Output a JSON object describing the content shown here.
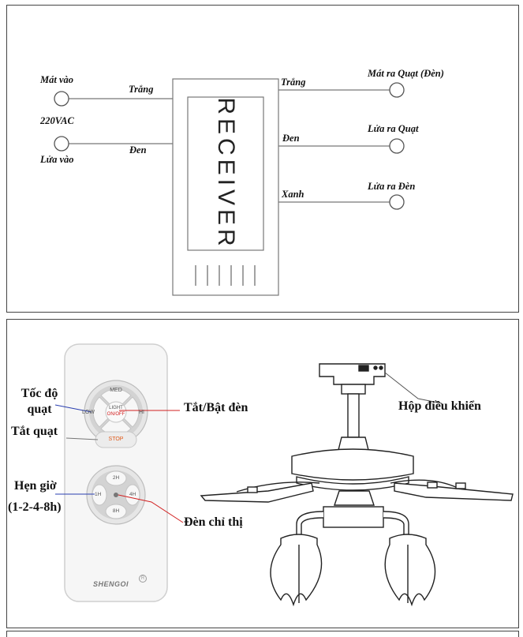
{
  "wiring": {
    "neutral_in": "Mát vào",
    "voltage": "220VAC",
    "live_in": "Lửa vào",
    "wire_white_in": "Trắng",
    "wire_black_in": "Đen",
    "receiver": "RECEIVER",
    "wire_white_out": "Trắng",
    "wire_black_out": "Đen",
    "wire_blue_out": "Xanh",
    "neutral_out": "Mát ra Quạt (Đèn)",
    "live_fan": "Lửa ra Quạt",
    "live_light": "Lửa ra Đèn"
  },
  "remote": {
    "med": "MED",
    "low": "LOW",
    "hi": "HI",
    "light": "LIGHT",
    "onoff": "ON/OFF",
    "stop": "STOP",
    "t2h": "2H",
    "t1h": "1H",
    "t4h": "4H",
    "t8h": "8H",
    "brand": "SHENGOI",
    "reg": "R"
  },
  "callouts": {
    "speed": "Tốc độ quạt",
    "stop_fan": "Tắt quạt",
    "light_toggle": "Tắt/Bật đèn",
    "timer": "Hẹn giờ",
    "timer_values": "(1-2-4-8h)",
    "indicator": "Đèn chỉ thị",
    "control_box": "Hộp điều khiển"
  },
  "colors": {
    "wire": "#777777",
    "callout_red": "#d22020",
    "callout_blue": "#2a3fb0",
    "stop_orange": "#e05a1a"
  }
}
